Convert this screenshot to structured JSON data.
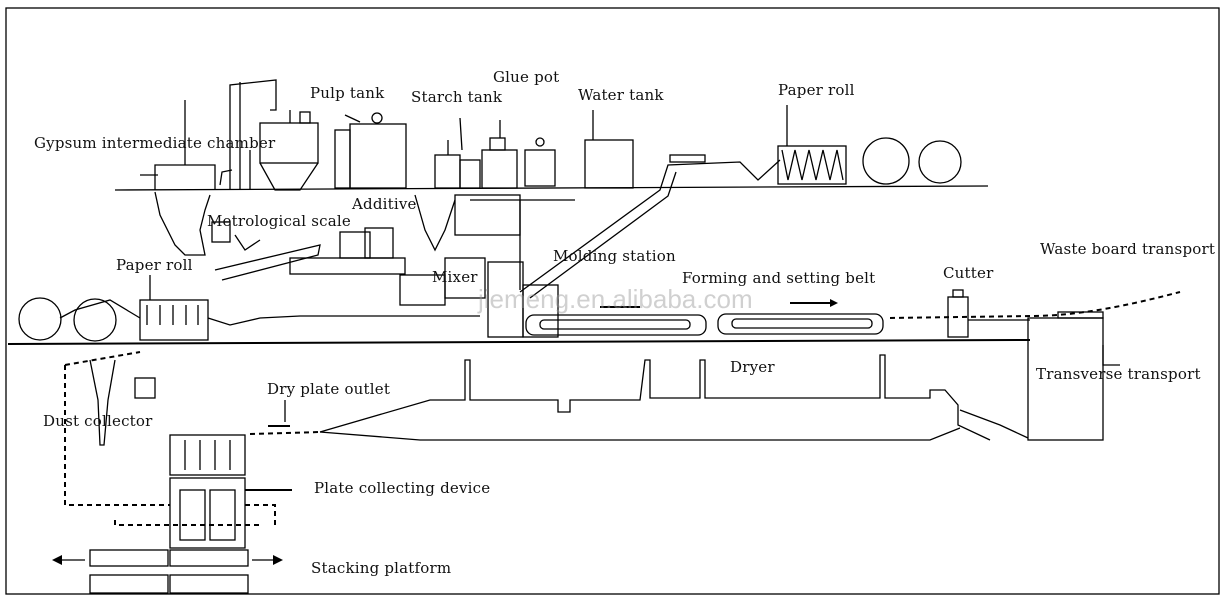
{
  "labels": {
    "gypsum_chamber": "Gypsum intermediate chamber",
    "pulp_tank": "Pulp tank",
    "starch_tank": "Starch tank",
    "glue_pot": "Glue pot",
    "water_tank": "Water tank",
    "paper_roll_top": "Paper roll",
    "additive": "Additive",
    "metrological_scale": "Metrological scale",
    "paper_roll_left": "Paper roll",
    "mixer": "Mixer",
    "molding_station": "Molding station",
    "forming_belt": "Forming and setting belt",
    "cutter": "Cutter",
    "waste_board": "Waste board transport",
    "dryer": "Dryer",
    "transverse_transport": "Transverse transport",
    "dry_plate_outlet": "Dry plate outlet",
    "dust_collector": "Dust collector",
    "plate_collecting": "Plate collecting device",
    "stacking_platform": "Stacking platform"
  },
  "watermark": "jiemeng.en.alibaba.com"
}
